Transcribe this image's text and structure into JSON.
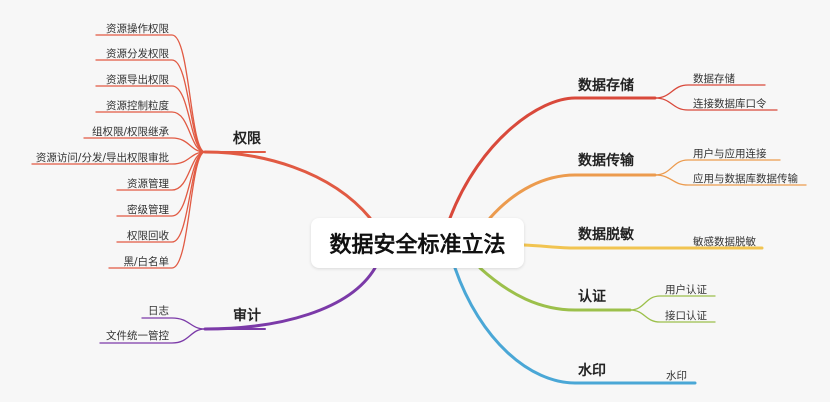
{
  "center": "数据安全标准立法",
  "branches": {
    "quanxian": {
      "label": "权限",
      "color": "#e15a43",
      "items": [
        "资源操作权限",
        "资源分发权限",
        "资源导出权限",
        "资源控制粒度",
        "组权限/权限继承",
        "资源访问/分发/导出权限审批",
        "资源管理",
        "密级管理",
        "权限回收",
        "黑/白名单"
      ]
    },
    "shenji": {
      "label": "审计",
      "color": "#7b3aa8",
      "items": [
        "日志",
        "文件统一管控"
      ]
    },
    "cunchu": {
      "label": "数据存储",
      "color": "#d9493b",
      "items": [
        "数据存储",
        "连接数据库口令"
      ]
    },
    "chuanshu": {
      "label": "数据传输",
      "color": "#ec9b4e",
      "items": [
        "用户与应用连接",
        "应用与数据库数据传输"
      ]
    },
    "tuomin": {
      "label": "数据脱敏",
      "color": "#f1c451",
      "items": [
        "敏感数据脱敏"
      ]
    },
    "renzheng": {
      "label": "认证",
      "color": "#9cc04b",
      "items": [
        "用户认证",
        "接口认证"
      ]
    },
    "shuiyin": {
      "label": "水印",
      "color": "#4aa7d6",
      "items": [
        "水印"
      ]
    }
  }
}
